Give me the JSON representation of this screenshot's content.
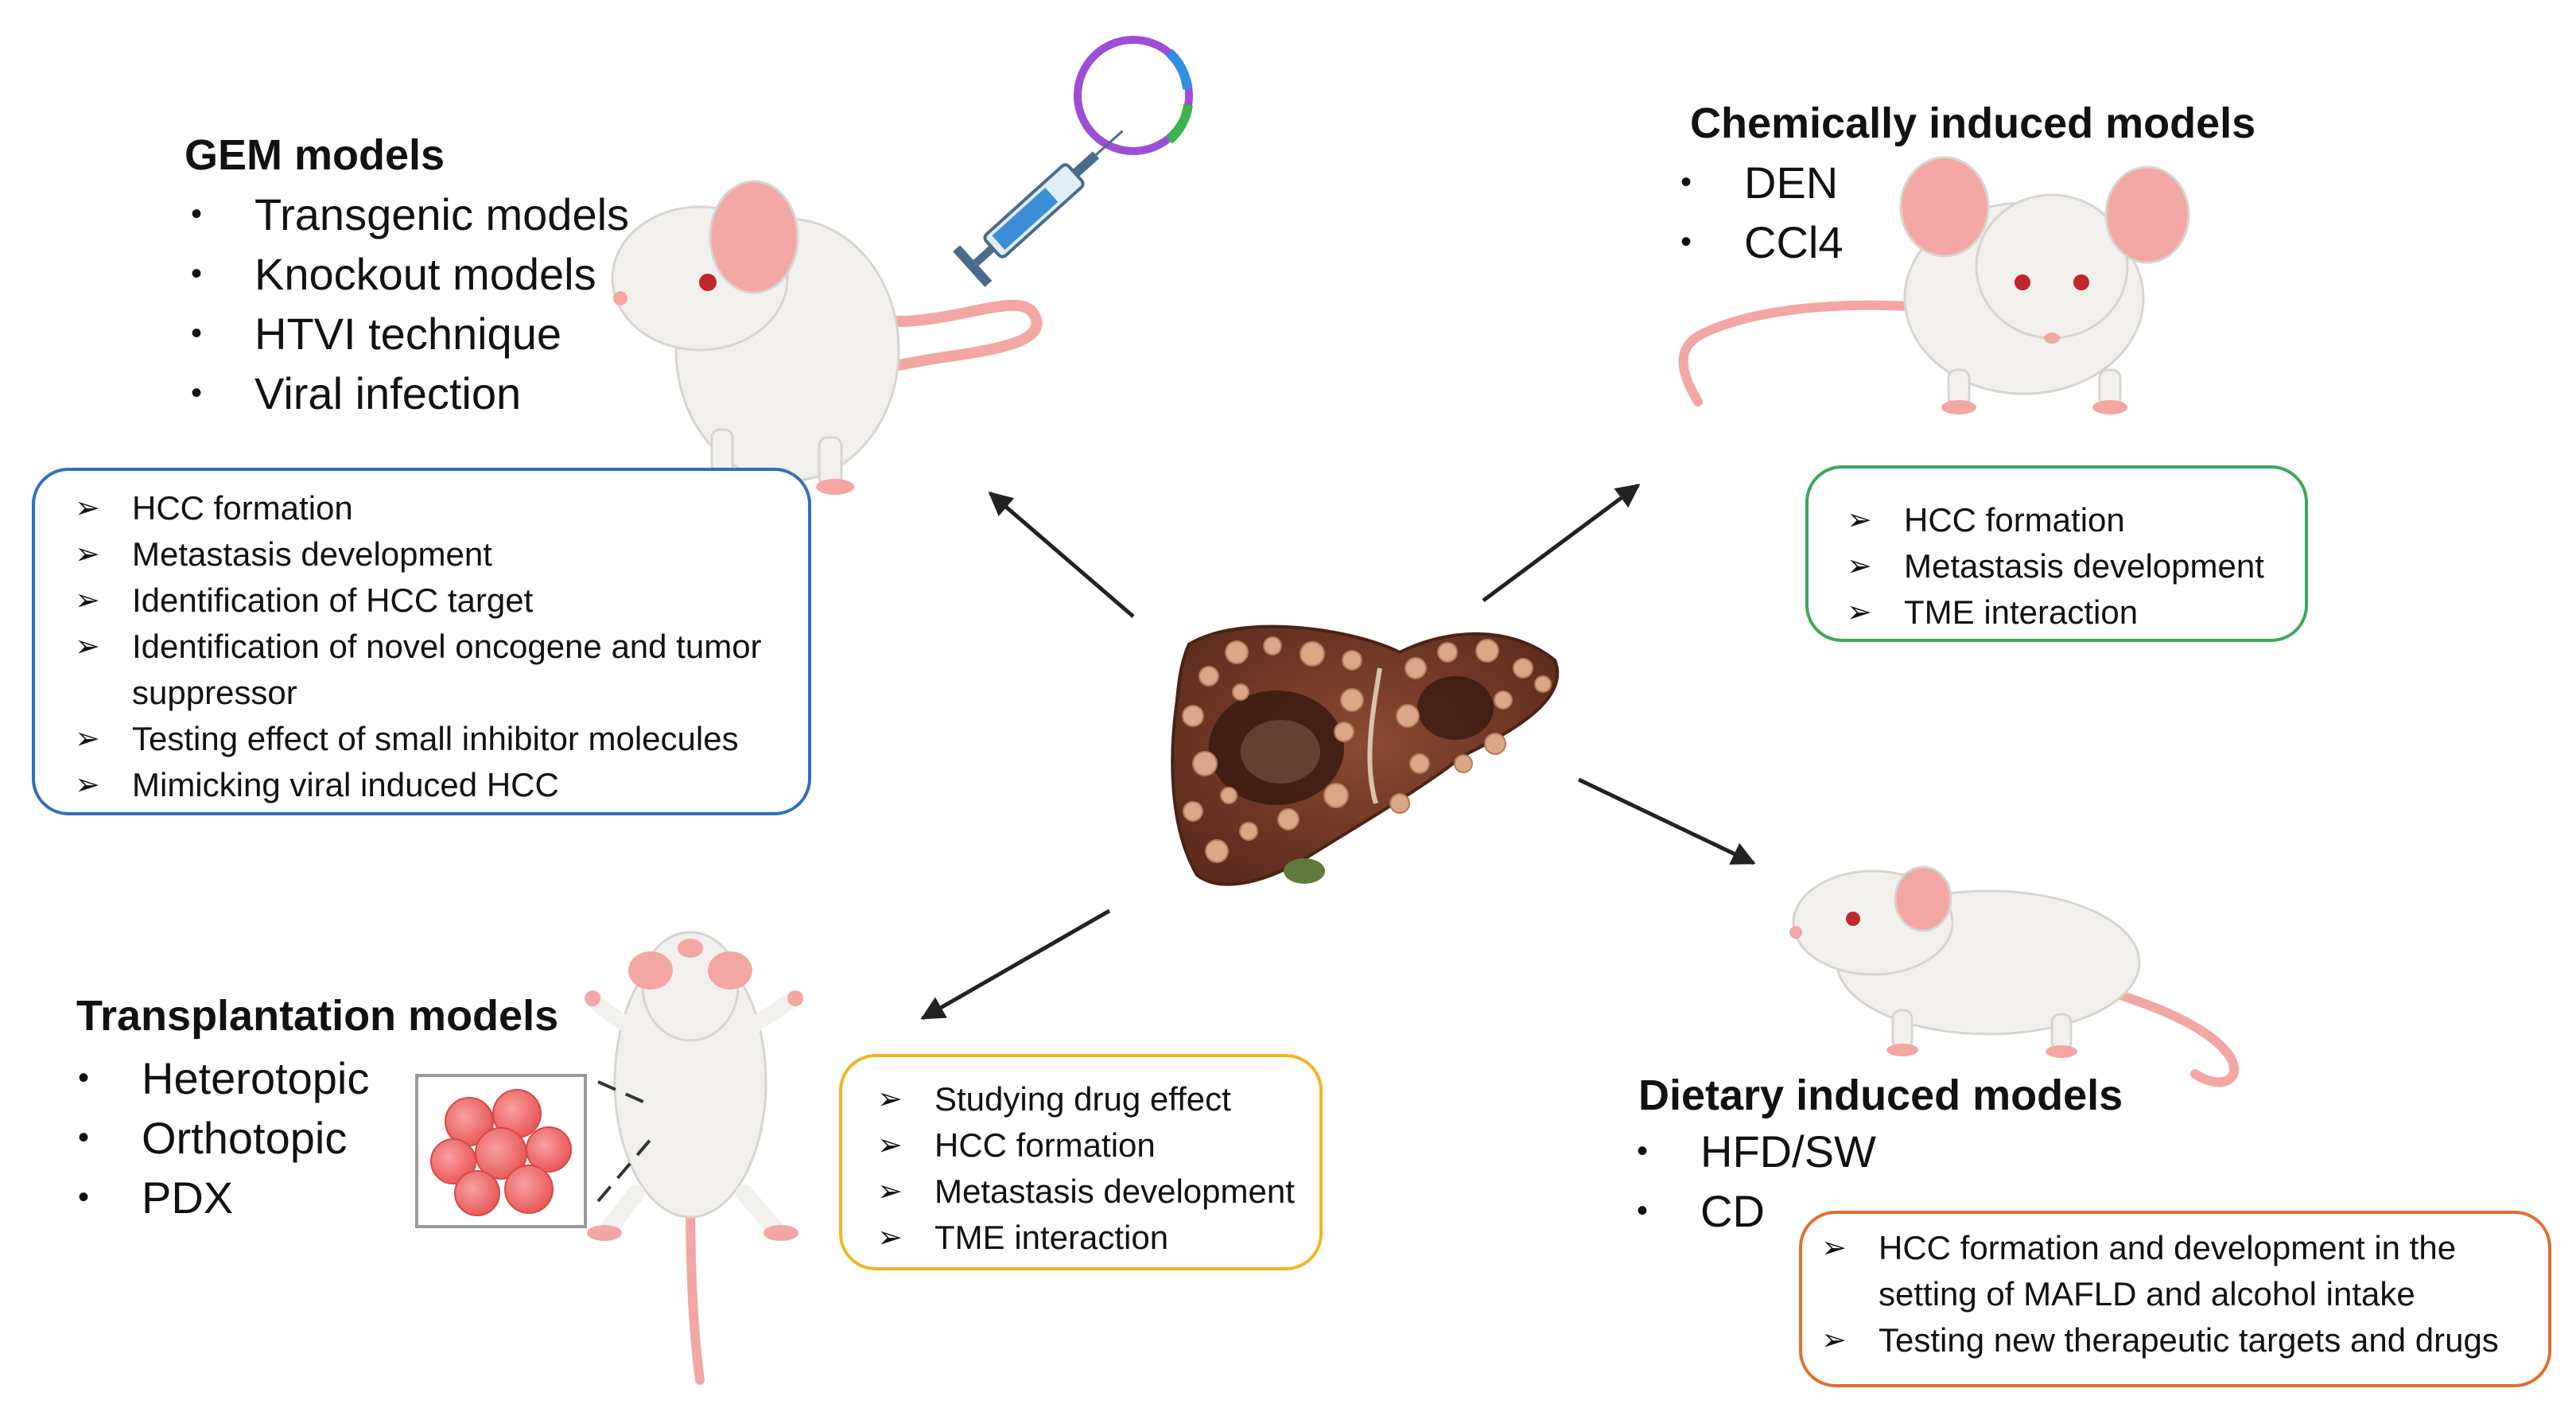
{
  "colors": {
    "gem_border": "#2f6fbd",
    "chem_border": "#3aa85a",
    "transplant_border": "#f0b622",
    "dietary_border": "#e0702e",
    "arrow": "#222222",
    "mouse_body": "#f2f0ed",
    "mouse_pink": "#f2a7a5",
    "liver": "#7a3e2a",
    "nodule": "#d9a688",
    "tumor_cells": "#f07a7a"
  },
  "gem": {
    "title": "GEM models",
    "items": [
      "Transgenic models",
      "Knockout models",
      "HTVI technique",
      "Viral infection"
    ],
    "box": [
      "HCC formation",
      "Metastasis development",
      "Identification of HCC target",
      "Identification of novel oncogene and tumor suppressor",
      "Testing effect of small inhibitor molecules",
      "Mimicking viral induced HCC"
    ]
  },
  "chemical": {
    "title": "Chemically induced models",
    "items": [
      "DEN",
      "CCl4"
    ],
    "box": [
      "HCC formation",
      "Metastasis development",
      "TME interaction"
    ]
  },
  "transplantation": {
    "title": "Transplantation models",
    "items": [
      "Heterotopic",
      "Orthotopic",
      "PDX"
    ],
    "box": [
      "Studying drug effect",
      "HCC formation",
      "Metastasis development",
      "TME interaction"
    ]
  },
  "dietary": {
    "title": "Dietary induced models",
    "items": [
      "HFD/SW",
      "CD"
    ],
    "box": [
      "HCC formation and development in  the setting  of MAFLD and alcohol intake",
      "Testing new therapeutic targets and drugs"
    ]
  },
  "icons": {
    "bullet": "•",
    "arrow_bullet": "➢",
    "liver": "liver-icon",
    "mouse": "mouse-icon",
    "syringe": "syringe-icon",
    "plasmid": "plasmid-icon",
    "tumor_cells": "tumor-cells-icon"
  }
}
